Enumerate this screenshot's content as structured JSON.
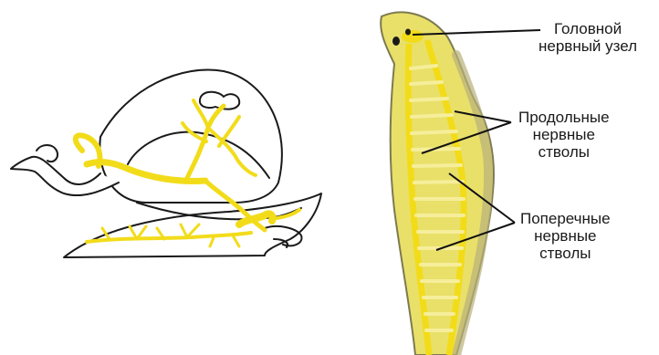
{
  "labels": {
    "head_ganglion": [
      "Головной",
      "нервный узел"
    ],
    "longitudinal_trunks": [
      "Продольные",
      "нервные",
      "стволы"
    ],
    "transverse_trunks": [
      "Поперечные",
      "нервные",
      "стволы"
    ]
  },
  "colors": {
    "nerve_yellow": "#f2dc1a",
    "outline": "#1a1a1a",
    "worm_body": "#e9e06a",
    "worm_edge": "#7d7a50",
    "pointer_line": "#111111"
  }
}
